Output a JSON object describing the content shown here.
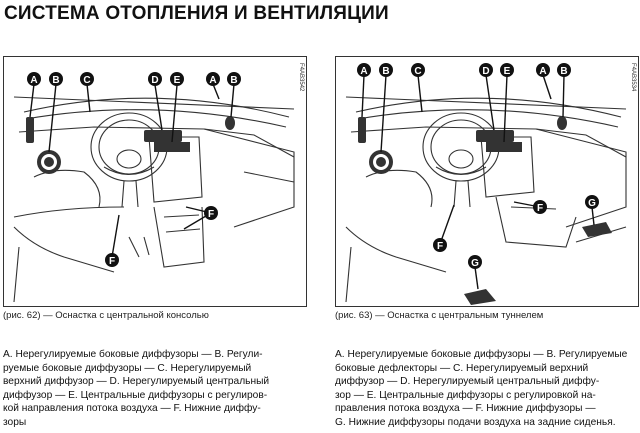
{
  "page": {
    "title": "СИСТЕМА ОТОПЛЕНИЯ И ВЕНТИЛЯЦИИ"
  },
  "figures": [
    {
      "code": "F4AB3542",
      "labels": {
        "a": "A",
        "b": "B",
        "c": "C",
        "d": "D",
        "e": "E",
        "f": "F"
      },
      "caption": "(рис. 62) — Оснастка с центральной консолью",
      "description_lines": [
        "A. Нерегулируемые боковые диффузоры — B. Регули-",
        "руемые боковые диффузоры — C. Нерегулируемый",
        "верхний диффузор — D. Нерегулируемый центральный",
        "диффузор — E. Центральные диффузоры с регулиров-",
        "кой направления потока воздуха — F. Нижние диффу-",
        "зоры"
      ]
    },
    {
      "code": "F4AB3534",
      "labels": {
        "a": "A",
        "b": "B",
        "c": "C",
        "d": "D",
        "e": "E",
        "f": "F",
        "g": "G"
      },
      "caption": "(рис. 63) — Оснастка с центральным туннелем",
      "description_lines": [
        "A. Нерегулируемые боковые диффузоры — B. Регулируемые",
        "боковые дефлекторы — C. Нерегулируемый верхний",
        "диффузор — D. Нерегулируемый центральный диффу-",
        "зор — E. Центральные диффузоры с регулировкой на-",
        "правления потока воздуха — F. Нижние диффузоры —",
        "G. Нижние диффузоры подачи воздуха на задние сиденья."
      ]
    }
  ]
}
